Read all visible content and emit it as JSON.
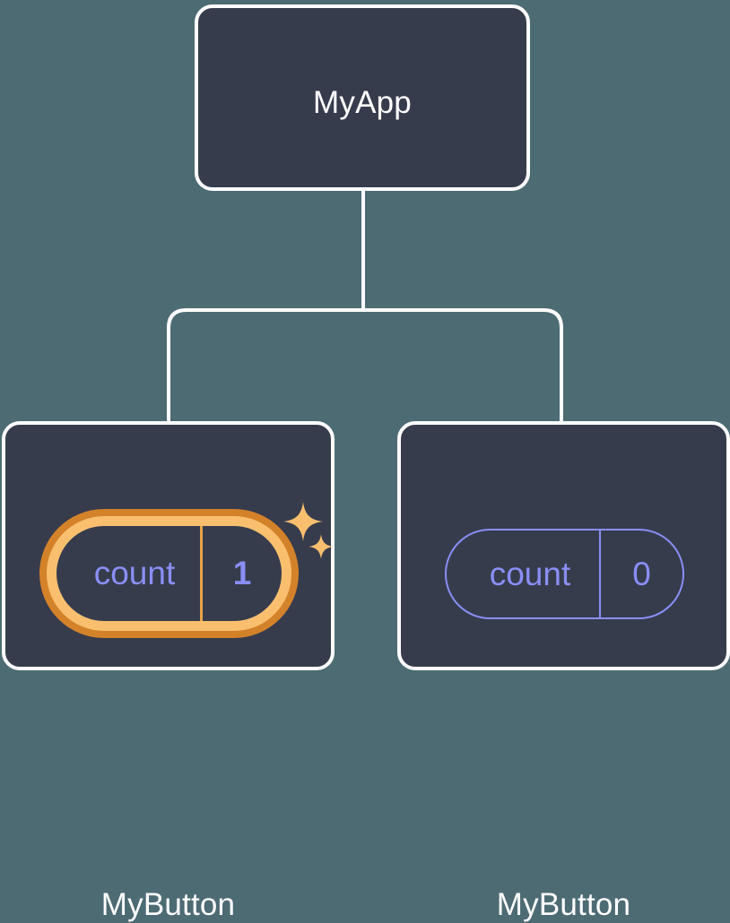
{
  "diagram": {
    "type": "component-tree",
    "background_color": "#4d6b73",
    "node_fill_color": "#363c4c",
    "node_border_color": "#ffffff",
    "edge_color": "#ffffff",
    "accent_highlight_color": "#d4822a",
    "accent_highlight_inner_color": "#f9bf6f",
    "state_text_color": "#8b8ef5",
    "nodes": {
      "root": {
        "label": "MyApp"
      },
      "child_left": {
        "label": "MyButton",
        "state": {
          "key": "count",
          "value": "1",
          "highlighted": true
        }
      },
      "child_right": {
        "label": "MyButton",
        "state": {
          "key": "count",
          "value": "0",
          "highlighted": false
        }
      }
    },
    "decorations": {
      "sparkle_large": "sparkle-icon",
      "sparkle_small": "sparkle-icon"
    }
  }
}
